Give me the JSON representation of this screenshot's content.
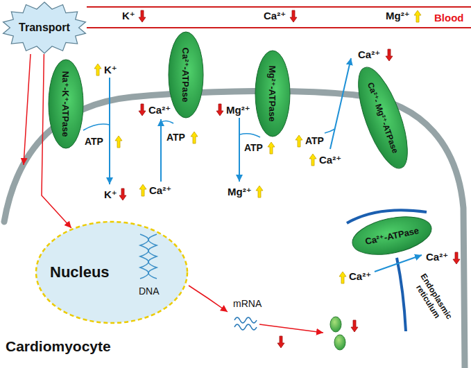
{
  "diagram": {
    "nodes": [
      {
        "text": [
          "Transport"
        ]
      },
      {
        "text": [
          "Na⁺-K⁺-ATPase"
        ]
      },
      {
        "text": [
          "Ca²⁺-ATPase"
        ]
      },
      {
        "text": [
          "Mg²⁺-ATPase"
        ]
      },
      {
        "text": [
          "Ca²⁺- Mg²⁺-ATPase"
        ]
      },
      {
        "text": [
          "Nucleus",
          "DNA"
        ]
      },
      {
        "text": [
          "Ca²⁺-ATPase"
        ]
      }
    ],
    "edges": [
      {
        "from": 0,
        "to": 5,
        "arrow": "to"
      }
    ],
    "labels": [
      "K⁺",
      "Ca²⁺",
      "Mg²⁺",
      "Blood",
      "K⁺",
      "ATP",
      "K⁺",
      "Ca²⁺",
      "ATP",
      "Ca²⁺",
      "Mg²⁺",
      "ATP",
      "Mg²⁺",
      "Ca²⁺",
      "ATP",
      "Ca²⁺",
      "Ca²⁺",
      "Ca²⁺",
      "Endoplasmic reticulum",
      "mRNA",
      "Cardiomyocyte"
    ]
  }
}
